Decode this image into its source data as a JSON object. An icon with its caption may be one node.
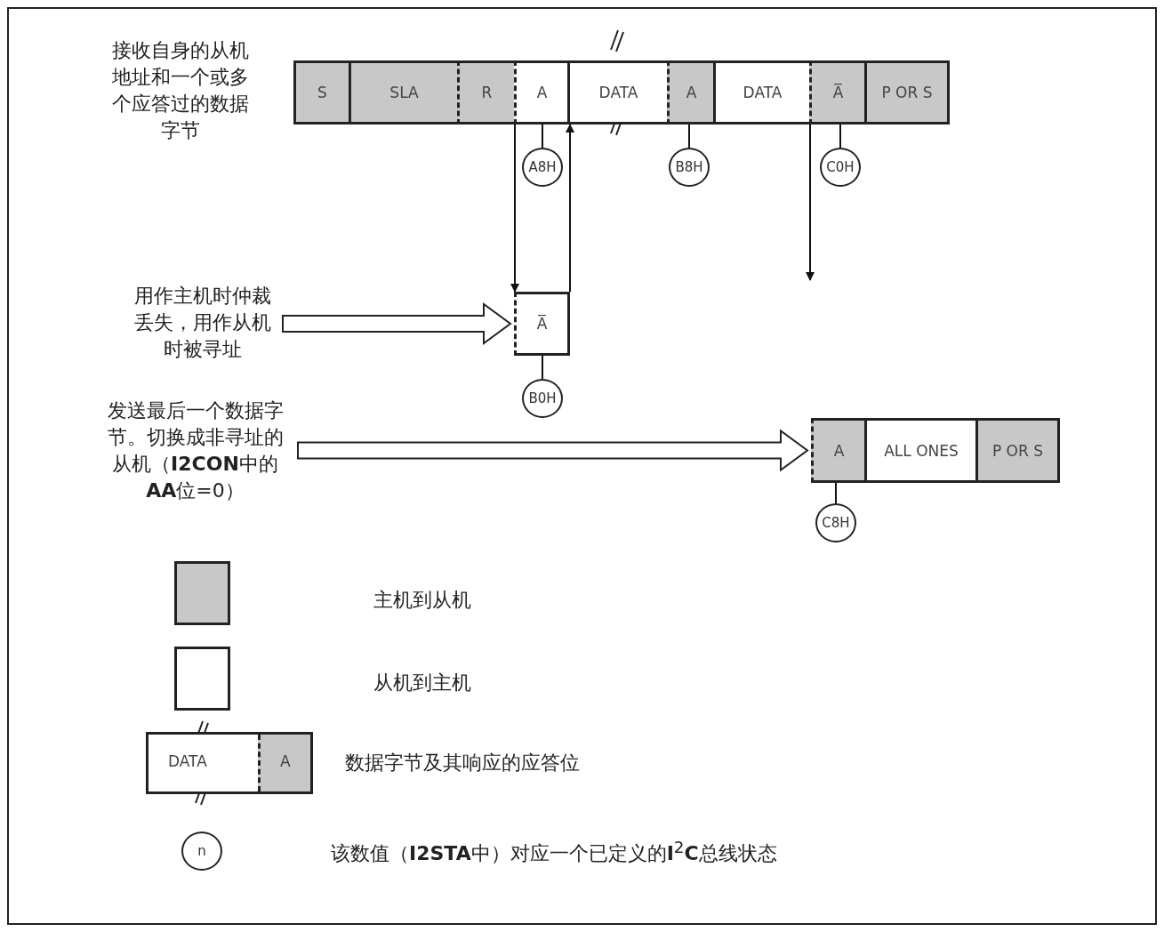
{
  "diagram": {
    "nodes": [
      {
        "text": [
          "S"
        ]
      },
      {
        "text": [
          "SLA"
        ]
      },
      {
        "text": [
          "R"
        ]
      },
      {
        "text": [
          "A"
        ]
      },
      {
        "text": [
          "DATA"
        ]
      },
      {
        "text": [
          "A"
        ]
      },
      {
        "text": [
          "DATA"
        ]
      },
      {
        "text": [
          "A̅"
        ]
      },
      {
        "text": [
          "P OR S"
        ]
      },
      {
        "text": [
          "A8H"
        ]
      },
      {
        "text": [
          "B8H"
        ]
      },
      {
        "text": [
          "C0H"
        ]
      },
      {
        "text": [
          "用作主机时仲裁丢失，用作从机时被寻址"
        ]
      },
      {
        "text": [
          "A̅"
        ]
      },
      {
        "text": [
          "B0H"
        ]
      },
      {
        "text": [
          "发送最后一个数据字节。切换成非寻址的从机（**I2CON**中的**AA**位=0）"
        ]
      },
      {
        "text": [
          "A"
        ]
      },
      {
        "text": [
          "ALL ONES"
        ]
      },
      {
        "text": [
          "P OR S"
        ]
      },
      {
        "text": [
          "C8H"
        ]
      }
    ],
    "edges": [
      {
        "from": 9,
        "to": 3,
        "arrow": "none"
      },
      {
        "from": 10,
        "to": 5,
        "arrow": "none"
      },
      {
        "from": 11,
        "to": 7,
        "arrow": "none"
      },
      {
        "from": 3,
        "to": 13,
        "arrow": "to"
      },
      {
        "from": 13,
        "to": 4,
        "arrow": "to"
      },
      {
        "from": 7,
        "to": null,
        "arrow": "to"
      },
      {
        "from": 12,
        "to": 13,
        "arrow": "to",
        "style": "thick"
      },
      {
        "from": 14,
        "to": 13,
        "arrow": "none"
      },
      {
        "from": 15,
        "to": 16,
        "arrow": "to",
        "style": "thick"
      },
      {
        "from": 19,
        "to": 16,
        "arrow": "none"
      }
    ],
    "labels": [
      "接收自身的从机地址和一个或多个应答过的数据字节",
      "DATA",
      "A",
      "n"
    ],
    "legend": [
      {
        "text": "主机到从机",
        "color": "#c8c8c8"
      },
      {
        "text": "从机到主机",
        "color": "#ffffff"
      },
      {
        "text": "数据字节及其响应的应答位"
      },
      {
        "text": "该数值（**I2STA**中）对应一个已定义的**I**$^{2}$**C**总线状态"
      }
    ]
  }
}
